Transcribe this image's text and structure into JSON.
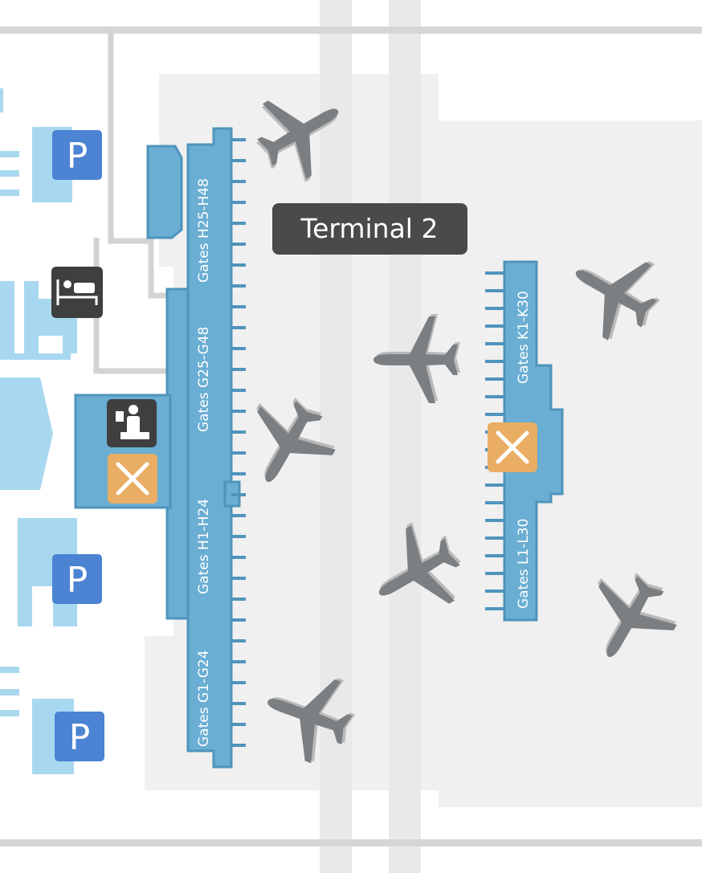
{
  "terminal": {
    "label": "Terminal 2"
  },
  "gates": {
    "h25_h48": "Gates H25-H48",
    "g25_g48": "Gates G25-G48",
    "h1_h24": "Gates H1-H24",
    "g1_g24": "Gates G1-G24",
    "k1_k30": "Gates K1-K30",
    "l1_l30": "Gates L1-L30"
  },
  "parking": {
    "label": "P"
  },
  "colors": {
    "pier": "#6aaed3",
    "pier_edge": "#4f94bc",
    "apron": "#f0f0f0",
    "road": "#d6d6d6",
    "plane": "#7b7f82",
    "parking": "#4c83d3",
    "restaurant": "#e9ad63",
    "dark_icon": "#3f3f3f",
    "light_blue": "#a8d8f0"
  },
  "icons": [
    "parking-icon",
    "hotel-bed-icon",
    "passport-control-icon",
    "restaurant-icon",
    "airplane-icon"
  ]
}
